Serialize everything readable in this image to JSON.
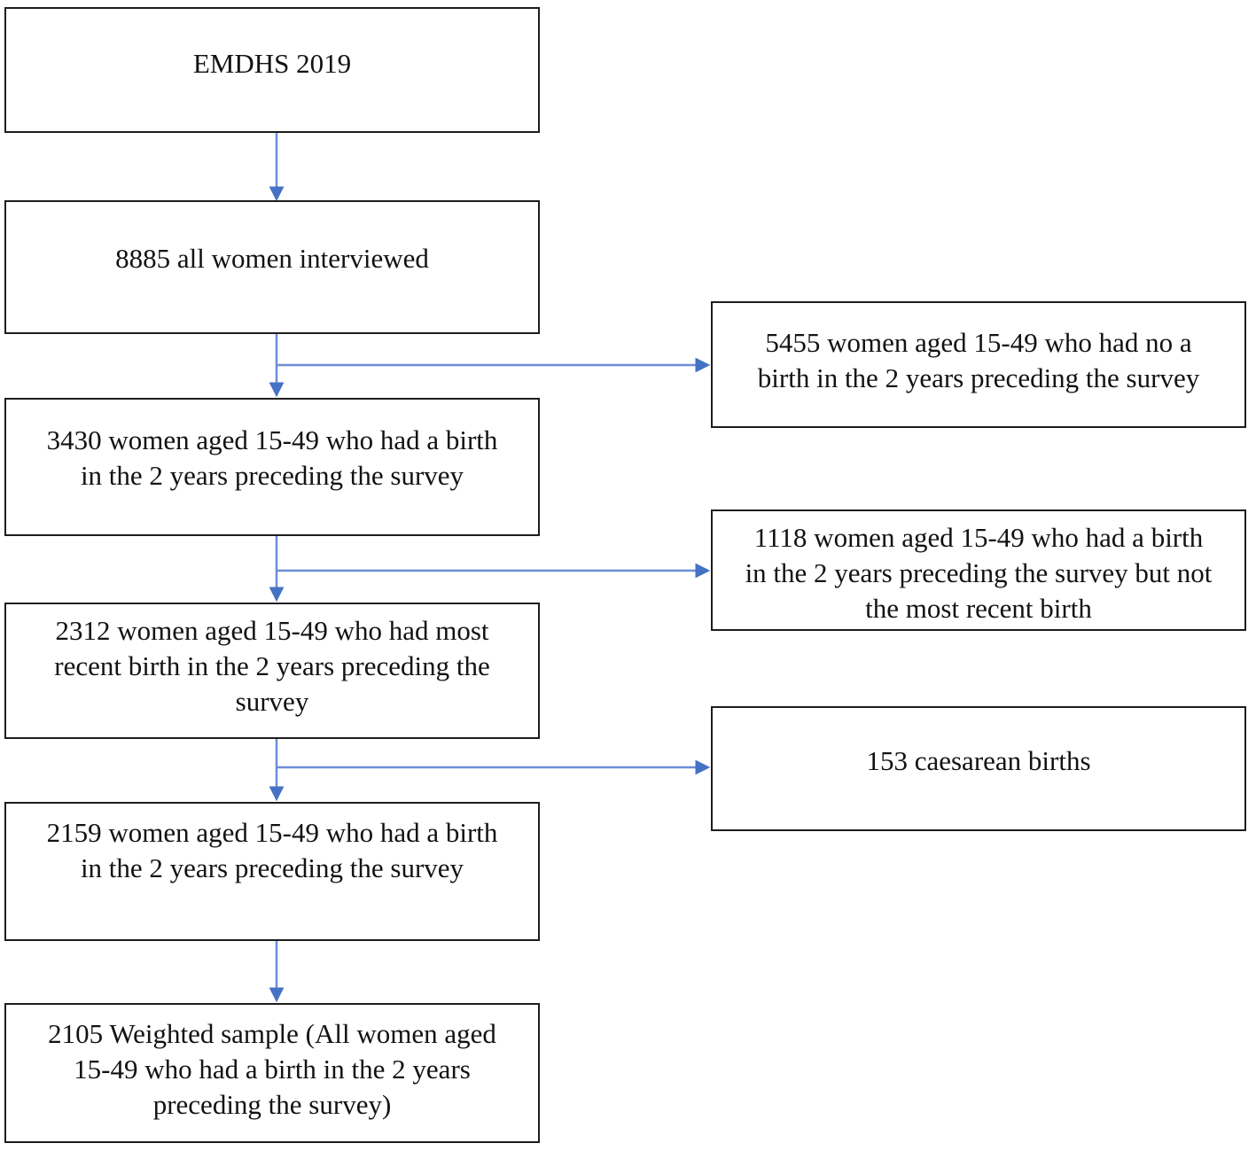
{
  "diagram": {
    "type": "flowchart",
    "arrow_head_color": "#4472c4",
    "arrow_line_color": "#6d8ed8",
    "box_border_color": "#1d1d1d",
    "text_color": "#121212",
    "main_flow": [
      {
        "id": "source",
        "label": "EMDHS 2019"
      },
      {
        "id": "all-women",
        "label": "8885 all women interviewed"
      },
      {
        "id": "birth-2yrs",
        "label": "3430 women aged 15-49 who had a birth\nin the 2 years preceding the survey"
      },
      {
        "id": "most-recent-birth",
        "label": "2312 women aged 15-49 who had most\nrecent birth in the 2 years preceding the\nsurvey"
      },
      {
        "id": "non-caesarean-birth",
        "label": "2159 women aged 15-49 who had a birth\nin the 2 years preceding the survey"
      },
      {
        "id": "weighted-sample",
        "label": "2105 Weighted sample (All women aged\n15-49 who had a birth in the 2 years\npreceding the survey)"
      }
    ],
    "excluded": [
      {
        "id": "no-birth",
        "label": "5455 women aged 15-49 who had no a\nbirth in the 2 years preceding the survey"
      },
      {
        "id": "not-most-recent",
        "label": "1118 women aged 15-49 who had a birth\nin the 2 years preceding the survey but not\nthe most recent birth"
      },
      {
        "id": "caesarean-births",
        "label": "153 caesarean births"
      }
    ]
  }
}
